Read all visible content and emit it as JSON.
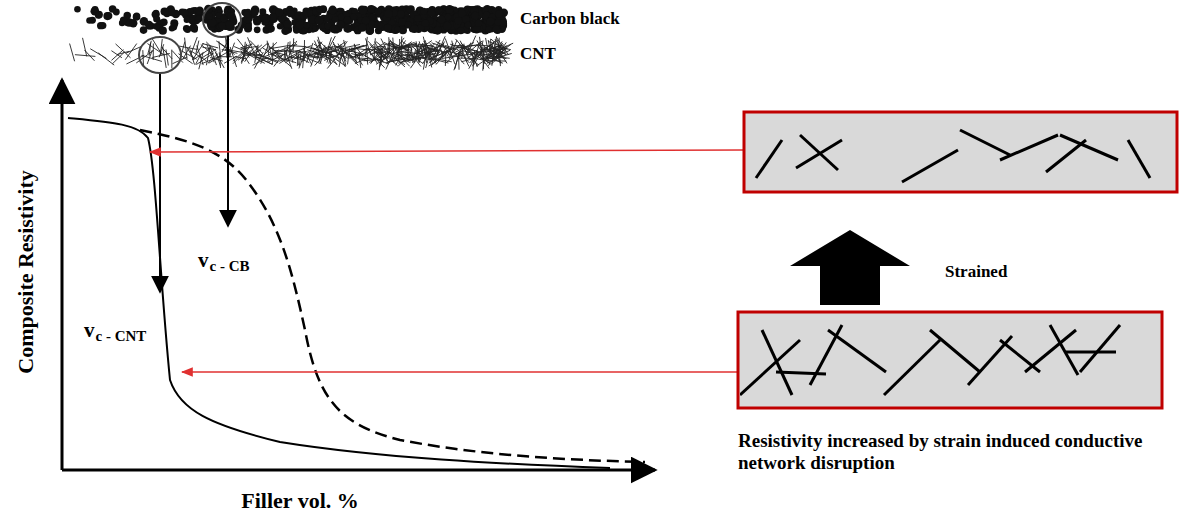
{
  "diagram": {
    "labels": [
      "Carbon black",
      "CNT",
      "Composite Resistivity",
      "Filler vol. %",
      "v",
      "c - CB",
      "v",
      "c - CNT",
      "Strained",
      "Resistivity increased by strain induced conductive network disruption"
    ]
  }
}
